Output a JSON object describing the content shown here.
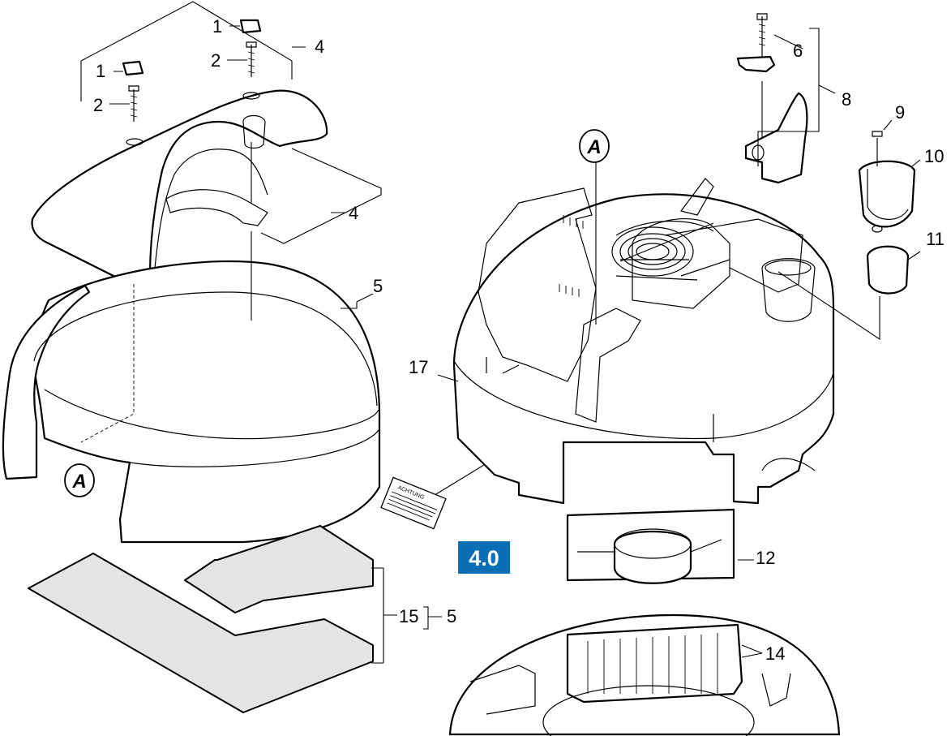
{
  "diagram": {
    "callouts": [
      {
        "id": "c1a",
        "text": "1"
      },
      {
        "id": "c1b",
        "text": "1"
      },
      {
        "id": "c2a",
        "text": "2"
      },
      {
        "id": "c2b",
        "text": "2"
      },
      {
        "id": "c4a",
        "text": "4"
      },
      {
        "id": "c4b",
        "text": "4"
      },
      {
        "id": "c5a",
        "text": "5"
      },
      {
        "id": "c5b",
        "text": "5"
      },
      {
        "id": "c6",
        "text": "6"
      },
      {
        "id": "c8",
        "text": "8"
      },
      {
        "id": "c9",
        "text": "9"
      },
      {
        "id": "c10",
        "text": "10"
      },
      {
        "id": "c11",
        "text": "11"
      },
      {
        "id": "c12",
        "text": "12"
      },
      {
        "id": "c14",
        "text": "14"
      },
      {
        "id": "c15",
        "text": "15"
      },
      {
        "id": "c17",
        "text": "17"
      }
    ],
    "reference_marker": "A",
    "section_badge": {
      "text": "4.0",
      "color": "#0a6fb4"
    },
    "warning_label": {
      "title": "ACHTUNG"
    },
    "colors": {
      "line": "#000000",
      "foam_fill": "#e4e4e4",
      "background": "#ffffff"
    }
  }
}
